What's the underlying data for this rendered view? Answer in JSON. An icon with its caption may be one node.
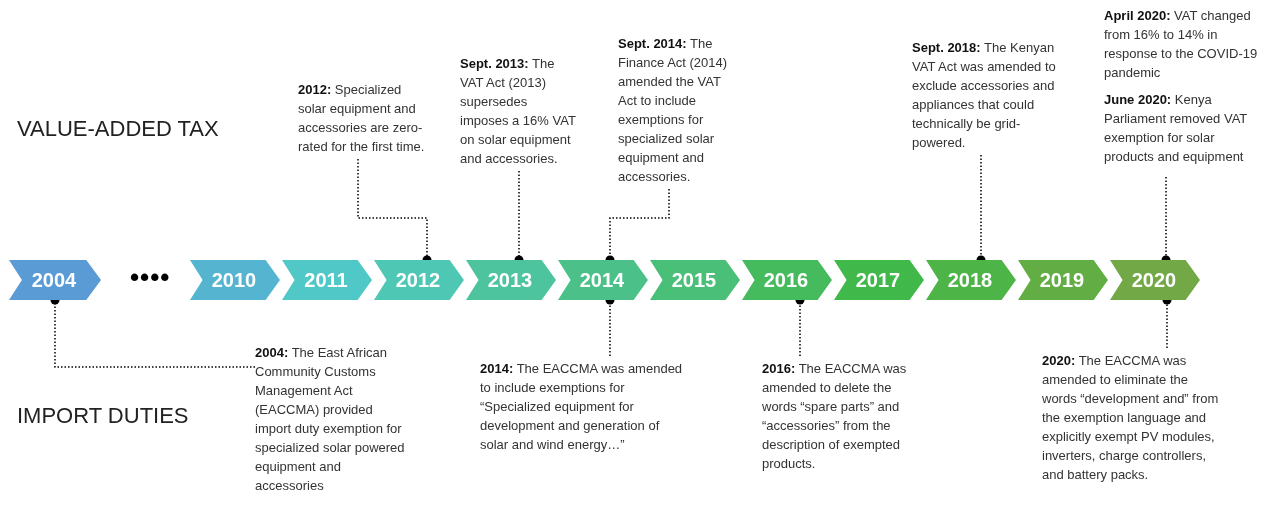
{
  "diagram": {
    "nodes": [
      {
        "text": [
          "**2012:** Specialized solar equipment and accessories are zero-rated for the first time."
        ]
      },
      {
        "text": [
          "**Sept. 2013:** The VAT Act (2013) supersedes imposes a 16% VAT on solar equipment and accessories."
        ]
      },
      {
        "text": [
          "**Sept. 2014:** The Finance Act (2014) amended the VAT Act to include exemptions for specialized solar equipment and accessories."
        ]
      },
      {
        "text": [
          "**Sept. 2018:** The Kenyan VAT Act was amended to exclude accessories and appliances that could technically be grid-powered."
        ]
      },
      {
        "text": [
          "**April 2020:** VAT changed from 16% to 14% in response to the COVID-19 pandemic",
          "**June 2020:** Kenya Parliament removed VAT exemption for solar products and equipment"
        ]
      },
      {
        "text": [
          "2004"
        ]
      },
      {
        "text": [
          "2010"
        ]
      },
      {
        "text": [
          "2011"
        ]
      },
      {
        "text": [
          "2012"
        ]
      },
      {
        "text": [
          "2013"
        ]
      },
      {
        "text": [
          "2014"
        ]
      },
      {
        "text": [
          "2015"
        ]
      },
      {
        "text": [
          "2016"
        ]
      },
      {
        "text": [
          "2017"
        ]
      },
      {
        "text": [
          "2018"
        ]
      },
      {
        "text": [
          "2019"
        ]
      },
      {
        "text": [
          "2020"
        ]
      },
      {
        "text": [
          "**2004:** The East African Community  Customs Management Act (EACCMA) provided import duty exemption for specialized solar powered equipment and accessories"
        ]
      },
      {
        "text": [
          "**2014:** The EACCMA was amended to include exemptions for “Specialized equipment for development and generation of solar and wind energy…”"
        ]
      },
      {
        "text": [
          "**2016:** The EACCMA was amended to delete the words “spare parts” and “accessories” from the description of exempted products."
        ]
      },
      {
        "text": [
          "**2020:** The EACCMA was amended to eliminate the words “development and” from the exemption language and explicitly exempt PV modules, inverters, charge controllers, and battery packs."
        ]
      }
    ],
    "edges": [
      {
        "from": 0,
        "to": 8,
        "arrow": "other",
        "style": "dashed"
      },
      {
        "from": 1,
        "to": 9,
        "arrow": "other",
        "style": "dashed"
      },
      {
        "from": 2,
        "to": 10,
        "arrow": "other",
        "style": "dashed"
      },
      {
        "from": 3,
        "to": 14,
        "arrow": "other",
        "style": "dashed"
      },
      {
        "from": 4,
        "to": 16,
        "arrow": "other",
        "style": "dashed"
      },
      {
        "from": 17,
        "to": 5,
        "arrow": "other",
        "style": "dashed"
      },
      {
        "from": 18,
        "to": 10,
        "arrow": "other",
        "style": "dashed"
      },
      {
        "from": 19,
        "to": 12,
        "arrow": "other",
        "style": "dashed"
      },
      {
        "from": 20,
        "to": 16,
        "arrow": "other",
        "style": "dashed"
      }
    ],
    "labels": [
      "VALUE-ADDED TAX",
      "••••",
      "IMPORT DUTIES"
    ]
  }
}
